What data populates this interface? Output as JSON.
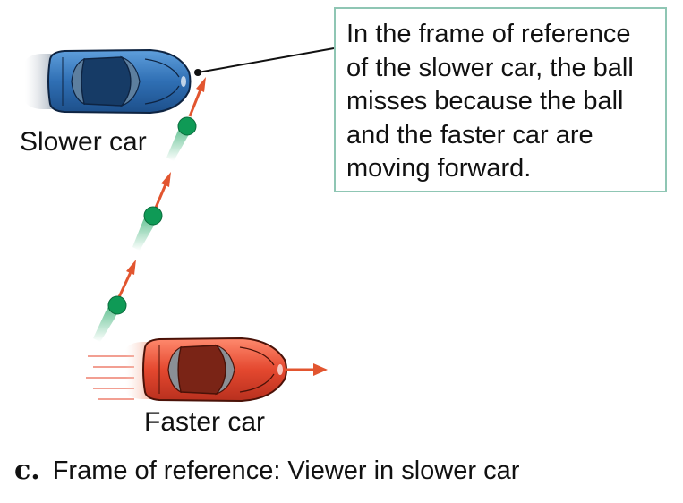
{
  "callout": {
    "lines": [
      "In the frame of reference",
      "of the slower car, the ball",
      "misses because the ball",
      "and the faster car are",
      "moving forward."
    ]
  },
  "labels": {
    "slower_car": "Slower car",
    "faster_car": "Faster car"
  },
  "caption": {
    "letter": "c.",
    "text": "Frame of reference: Viewer in slower car"
  },
  "colors": {
    "slower_car_body": "#3a7fc4",
    "faster_car_body": "#e8513a",
    "ball": "#0f9a56",
    "arrow": "#e2552f",
    "callout_border": "#8fc6b4"
  },
  "icons": {
    "slower_car": "blue-car-icon",
    "faster_car": "red-car-icon",
    "ball": "ball-icon"
  }
}
